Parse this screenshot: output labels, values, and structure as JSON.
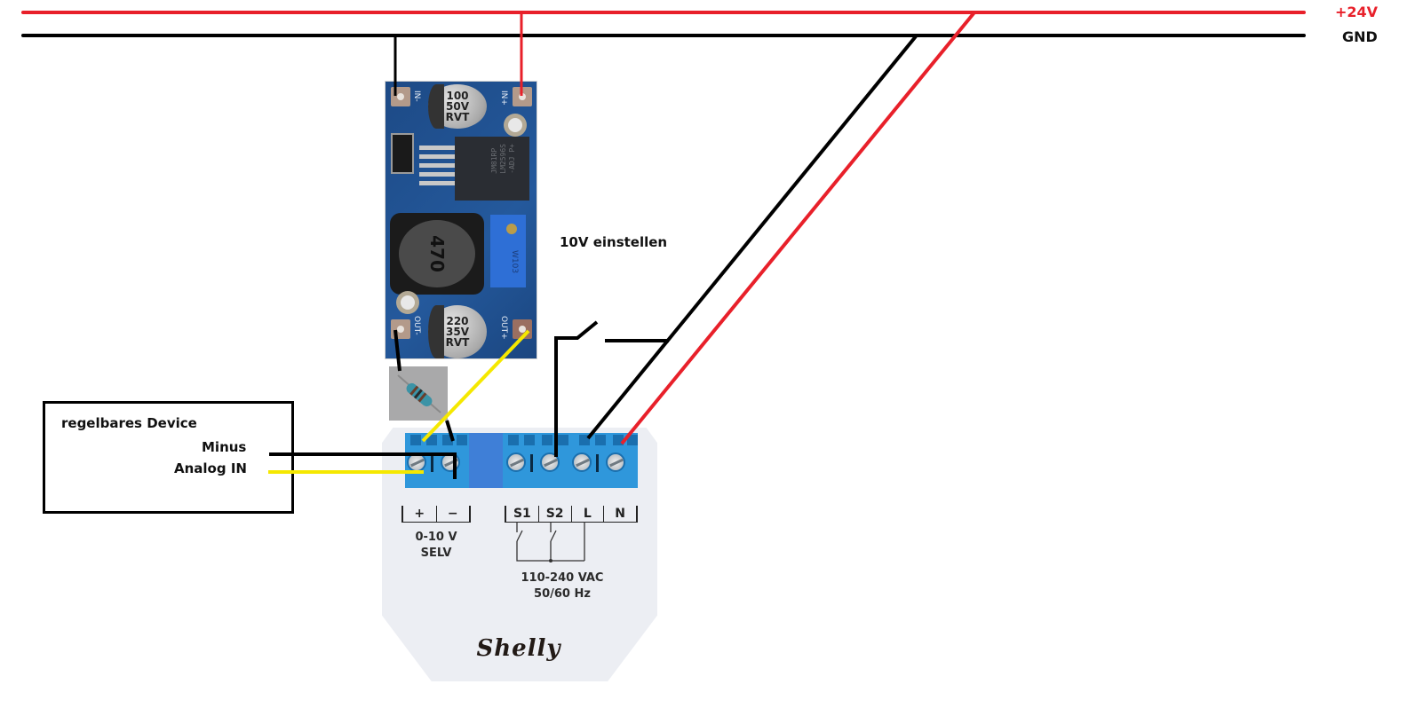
{
  "rails": {
    "positive": {
      "label": "+24V",
      "color": "#e8202a"
    },
    "ground": {
      "label": "GND",
      "color": "#000000"
    }
  },
  "buck_converter": {
    "pads": {
      "in_minus": "IN-",
      "in_plus": "IN+",
      "out_minus": "OUT-",
      "out_plus": "OUT+"
    },
    "input_capacitor": [
      "100",
      "50V",
      "RVT"
    ],
    "output_capacitor": [
      "220",
      "35V",
      "RVT"
    ],
    "ic_text": [
      "JM81RP",
      "LM2596S",
      "-ADJ P+"
    ],
    "inductor_label": "470",
    "potentiometer_label": "W103"
  },
  "note": {
    "text": "10V einstellen"
  },
  "device": {
    "title": "regelbares Device",
    "minus_label": "Minus",
    "analog_label": "Analog IN"
  },
  "shelly": {
    "low_voltage_terminals": [
      "+",
      "−"
    ],
    "mains_terminals": [
      "S1",
      "S2",
      "L",
      "N"
    ],
    "low_voltage_spec": [
      "0-10 V",
      "SELV"
    ],
    "mains_spec": [
      "110-240 VAC",
      "50/60 Hz"
    ],
    "brand": "Shelly"
  },
  "wire_colors": {
    "signal": "#f5e800",
    "black": "#000000",
    "red": "#e8202a"
  }
}
